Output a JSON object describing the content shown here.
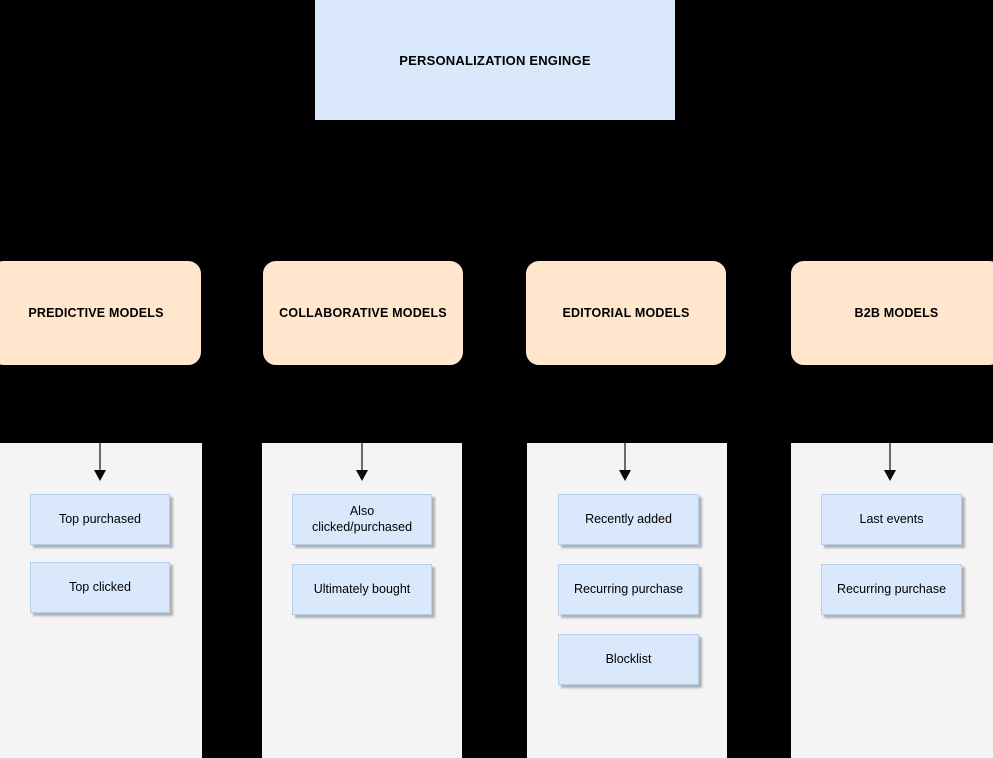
{
  "diagram": {
    "type": "flowchart",
    "background_color": "#000000",
    "engine": {
      "label": "PERSONALIZATION ENGINGE",
      "color": "#dae8fc"
    },
    "branch_color": "#ffe6cc",
    "panel_color": "#f4f4f4",
    "item_color": "#dae8fc",
    "branches": [
      {
        "label": "PREDICTIVE MODELS",
        "items": [
          {
            "label": "Top purchased"
          },
          {
            "label": "Top clicked"
          }
        ]
      },
      {
        "label": "COLLABORATIVE MODELS",
        "items": [
          {
            "label": "Also clicked/purchased"
          },
          {
            "label": "Ultimately bought"
          }
        ]
      },
      {
        "label": "EDITORIAL MODELS",
        "items": [
          {
            "label": "Recently added"
          },
          {
            "label": "Recurring purchase"
          },
          {
            "label": "Blocklist"
          }
        ]
      },
      {
        "label": "B2B MODELS",
        "items": [
          {
            "label": "Last events"
          },
          {
            "label": "Recurring purchase"
          }
        ]
      }
    ]
  }
}
